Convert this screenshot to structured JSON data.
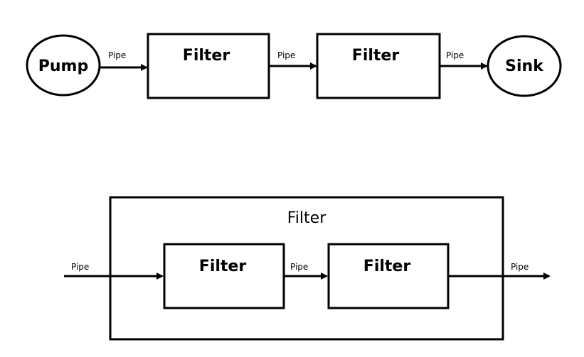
{
  "pipeline": {
    "pump_label": "Pump",
    "filter_1_label": "Filter",
    "filter_2_label": "Filter",
    "sink_label": "Sink",
    "pipe_1_label": "Pipe",
    "pipe_2_label": "Pipe",
    "pipe_3_label": "Pipe"
  },
  "composite": {
    "outer_filter_label": "Filter",
    "inner_filter_1_label": "Filter",
    "inner_filter_2_label": "Filter",
    "pipe_in_label": "Pipe",
    "pipe_mid_label": "Pipe",
    "pipe_out_label": "Pipe"
  }
}
